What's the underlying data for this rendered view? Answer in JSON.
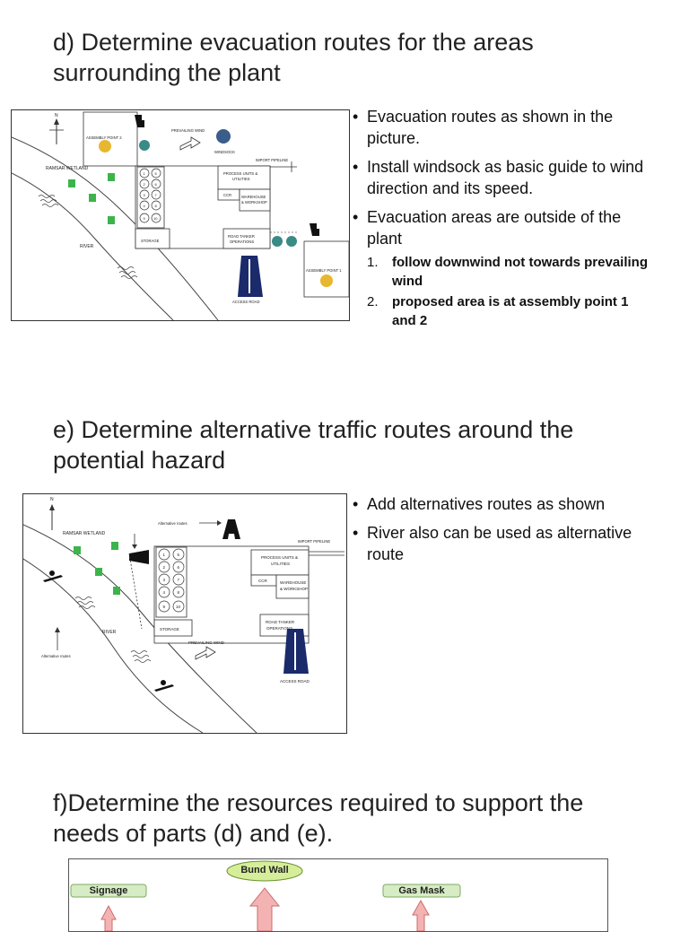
{
  "section_d": {
    "heading_line1": "d) Determine evacuation routes for the areas",
    "heading_line2": "surrounding the plant",
    "bullets": [
      "Evacuation routes as shown in the picture.",
      "Install windsock as basic guide to wind direction and its speed.",
      "Evacuation areas are outside of the plant"
    ],
    "sub_items": [
      {
        "num": "1.",
        "text": "follow downwind not towards prevailing wind"
      },
      {
        "num": "2.",
        "text": "proposed area is at assembly point 1 and 2"
      }
    ],
    "map_labels": {
      "north": "N",
      "assembly_point_2": "ASSEMBLY POINT 2",
      "prevailing_wind": "PREVAILING WIND",
      "windsock": "WINDSOCK",
      "import_pipeline": "IMPORT PIPELINE",
      "ramsar_wetland": "RAMSAR WETLAND",
      "process_units": "PROCESS UNITS &",
      "process_units_2": "UTILITIES",
      "ccr": "CCR",
      "warehouse": "WAREHOUSE",
      "warehouse_2": "& WORKSHOP",
      "storage": "STORAGE",
      "road_tanker": "ROAD TANKER",
      "road_tanker_2": "OPERATIONS",
      "river": "RIVER",
      "assembly_point_1": "ASSEMBLY POINT 1",
      "access_road": "ACCESS ROAD",
      "tanks_left": [
        "1",
        "2",
        "3",
        "4",
        "9"
      ],
      "tanks_right": [
        "5",
        "6",
        "7",
        "8",
        "10"
      ]
    }
  },
  "section_e": {
    "heading_line1": "e) Determine alternative traffic routes around the",
    "heading_line2": "potential hazard",
    "bullets": [
      "Add alternatives routes as shown",
      "River also can be used as alternative route"
    ],
    "map_labels": {
      "north": "N",
      "ramsar_wetland": "RAMSAR WETLAND",
      "alternative_routes_top": "Alternative routes",
      "import_pipeline": "IMPORT PIPELINE",
      "process_units": "PROCESS UNITS &",
      "process_units_2": "UTILITIES",
      "ccr": "CCR",
      "warehouse": "WAREHOUSE",
      "warehouse_2": "& WORKSHOP",
      "storage": "STORAGE",
      "road_tanker": "ROAD TANKER",
      "road_tanker_2": "OPERATIONS",
      "river": "RIVER",
      "prevailing_wind": "PREVAILING WIND",
      "alternative_routes_bottom": "Alternative routes",
      "access_road": "ACCESS ROAD",
      "tanks_left": [
        "1",
        "2",
        "3",
        "4",
        "9"
      ],
      "tanks_right": [
        "5",
        "6",
        "7",
        "8",
        "10"
      ]
    }
  },
  "section_f": {
    "heading_line1": "f)Determine the resources required to support the",
    "heading_line2": "needs of parts (d) and (e).",
    "nodes": {
      "bund_wall": "Bund Wall",
      "signage": "Signage",
      "gas_mask": "Gas Mask"
    }
  }
}
